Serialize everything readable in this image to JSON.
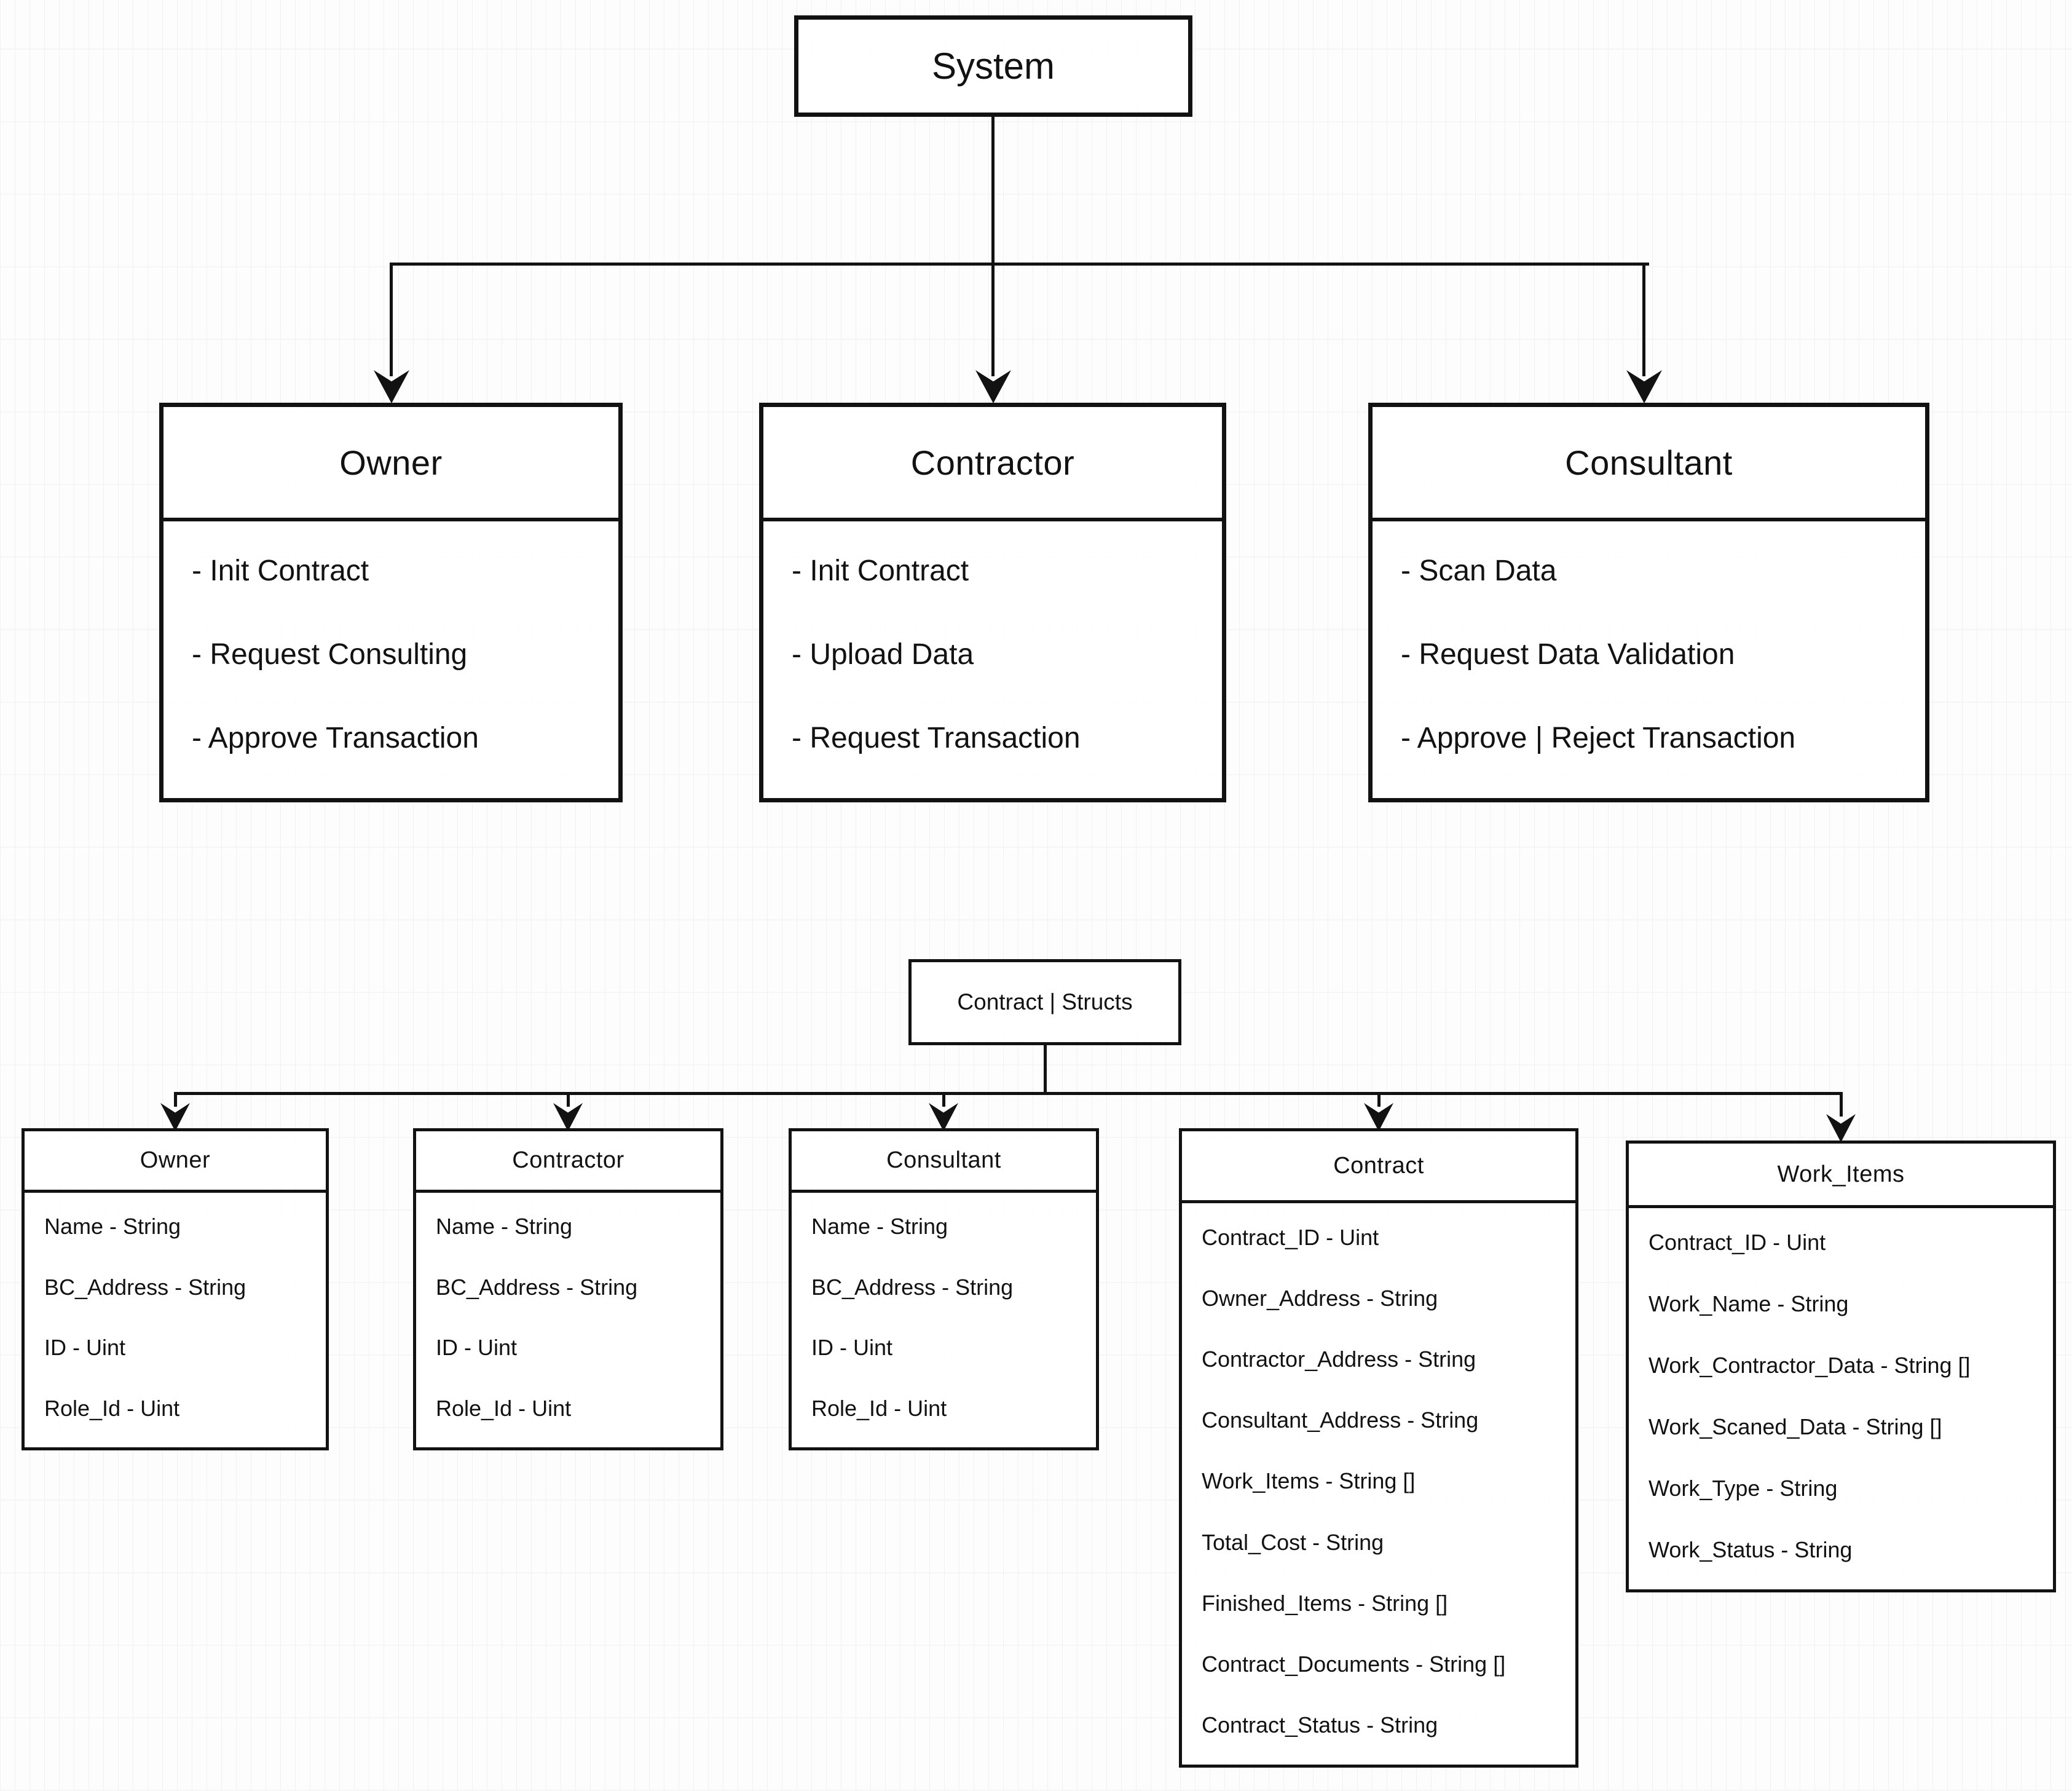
{
  "actors": {
    "root": {
      "title": "System"
    },
    "children": [
      {
        "title": "Owner",
        "items": [
          "- Init Contract",
          "- Request Consulting",
          "- Approve Transaction"
        ]
      },
      {
        "title": "Contractor",
        "items": [
          "- Init Contract",
          "- Upload Data",
          "- Request Transaction"
        ]
      },
      {
        "title": "Consultant",
        "items": [
          "- Scan Data",
          "- Request Data Validation",
          "- Approve | Reject Transaction"
        ]
      }
    ]
  },
  "structs": {
    "root": {
      "title": "Contract | Structs"
    },
    "children": [
      {
        "title": "Owner",
        "fields": [
          "Name - String",
          "BC_Address - String",
          "ID - Uint",
          "Role_Id - Uint"
        ]
      },
      {
        "title": "Contractor",
        "fields": [
          "Name - String",
          "BC_Address - String",
          "ID - Uint",
          "Role_Id - Uint"
        ]
      },
      {
        "title": "Consultant",
        "fields": [
          "Name - String",
          "BC_Address - String",
          "ID - Uint",
          "Role_Id - Uint"
        ]
      },
      {
        "title": "Contract",
        "fields": [
          "Contract_ID - Uint",
          "Owner_Address - String",
          "Contractor_Address - String",
          "Consultant_Address - String",
          "Work_Items - String []",
          "Total_Cost - String",
          "Finished_Items - String []",
          "Contract_Documents - String []",
          "Contract_Status - String"
        ]
      },
      {
        "title": "Work_Items",
        "fields": [
          "Contract_ID - Uint",
          "Work_Name - String",
          "Work_Contractor_Data - String []",
          "Work_Scaned_Data - String []",
          "Work_Type - String",
          "Work_Status - String"
        ]
      }
    ]
  },
  "colors": {
    "line": "#121212",
    "text": "#121212",
    "box_fill": "#ffffff",
    "background": "#fdfdfd",
    "grid": "#f1f1f1"
  }
}
